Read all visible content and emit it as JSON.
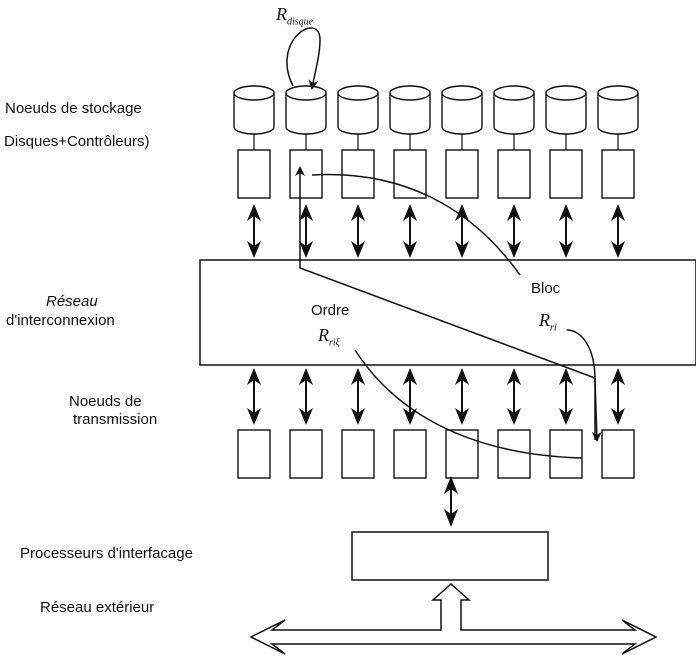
{
  "labels": {
    "storage_nodes_line1": "Noeuds de stockage",
    "storage_nodes_line2": "Disques+Contrôleurs)",
    "network_line1": "Réseau",
    "network_line2": "d'interconnexion",
    "transmission_line1": "Noeuds de",
    "transmission_line2": "transmission",
    "interface_processors": "Processeurs d'interfacage",
    "external_network": "Réseau extérieur",
    "bloc": "Bloc",
    "ordre": "Ordre"
  },
  "math": {
    "r_disque": {
      "base": "R",
      "sub": "disque"
    },
    "r_ri": {
      "base": "R",
      "sub": "ri"
    },
    "r_rixi": {
      "base": "R",
      "sub": "riξ"
    }
  },
  "counts": {
    "storage_nodes": 8,
    "transmission_nodes": 8
  }
}
